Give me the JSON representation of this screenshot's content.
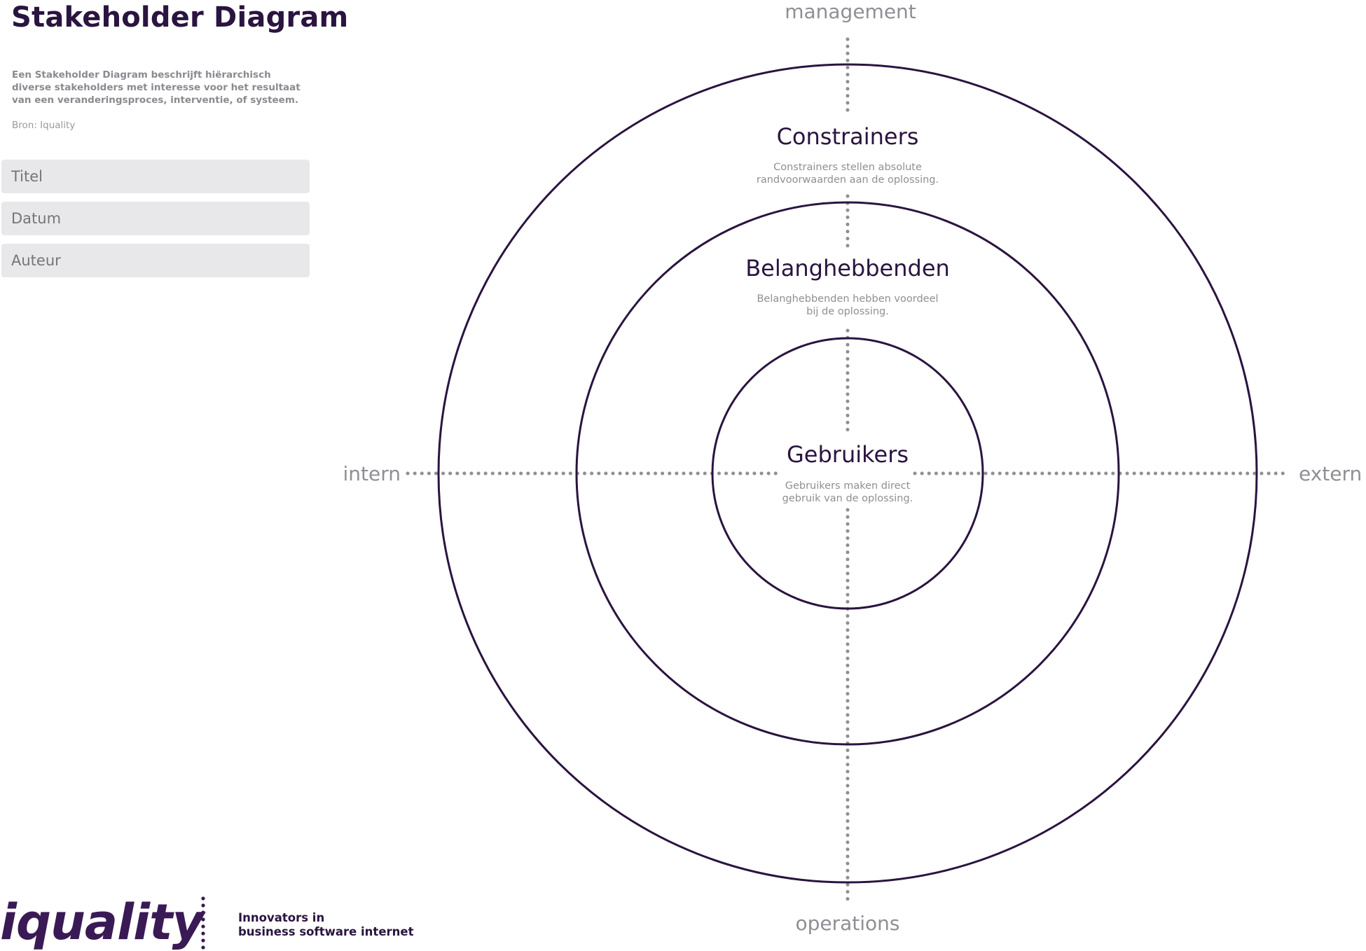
{
  "header": {
    "title": "Stakeholder Diagram",
    "description": "Een Stakeholder Diagram beschrijft hiërarchisch diverse stakeholders met interesse voor het resultaat van een veranderingsproces, interventie, of systeem.",
    "source": "Bron: Iquality"
  },
  "form": {
    "titel_placeholder": "Titel",
    "datum_placeholder": "Datum",
    "auteur_placeholder": "Auteur"
  },
  "axes": {
    "top": "management",
    "bottom": "operations",
    "left": "intern",
    "right": "extern"
  },
  "rings": [
    {
      "title": "Constrainers",
      "desc_line1": "Constrainers stellen absolute",
      "desc_line2": "randvoorwaarden aan de oplossing."
    },
    {
      "title": "Belanghebbenden",
      "desc_line1": "Belanghebbenden hebben voordeel",
      "desc_line2": "bij de oplossing."
    },
    {
      "title": "Gebruikers",
      "desc_line1": "Gebruikers maken direct",
      "desc_line2": "gebruik van de oplossing."
    }
  ],
  "footer": {
    "logo_text": "iquality",
    "tagline_line1": "Innovators in",
    "tagline_line2": "business software internet"
  },
  "colors": {
    "brand": "#2a1440",
    "muted": "#8f8f95",
    "field_bg": "#e8e8ea"
  }
}
